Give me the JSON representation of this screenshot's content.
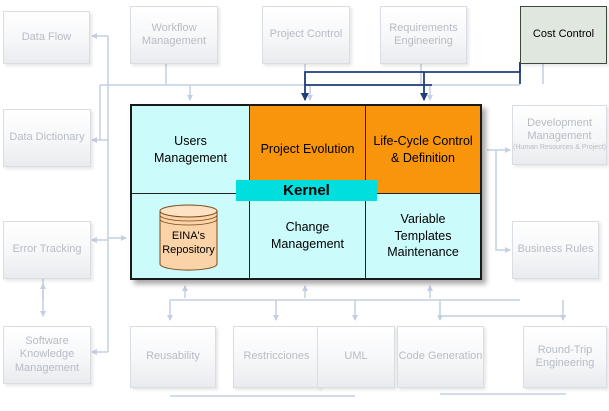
{
  "modules": {
    "data_flow": "Data Flow",
    "workflow_management": "Workflow Management",
    "project_control": "Project Control",
    "requirements_engineering": "Requirements Engineering",
    "cost_control": "Cost Control",
    "data_dictionary": "Data Dictionary",
    "development_management": "Development Management",
    "development_management_note": "(Human Resources & Project)",
    "error_tracking": "Error Tracking",
    "business_rules": "Business Rules",
    "software_knowledge_management": "Software Knowledge Management",
    "reusability": "Reusability",
    "restricciones": "Restricciones",
    "uml": "UML",
    "code_generation": "Code Generation",
    "round_trip_engineering": "Round-Trip Engineering"
  },
  "core": {
    "users_management": "Users Management",
    "project_evolution": "Project Evolution",
    "life_cycle": "Life-Cycle Control & Definition",
    "kernel": "Kernel",
    "repository": "EINA's Repository",
    "change_management": "Change Management",
    "variable_templates": "Variable Templates Maintenance"
  },
  "colors": {
    "core_cyan": "#ccfbfb",
    "core_orange": "#f9950a",
    "kernel": "#00dede",
    "inactive_text": "#b7bcc4",
    "active_link": "#1f3f7a",
    "faded_link": "#c4cfe2"
  }
}
